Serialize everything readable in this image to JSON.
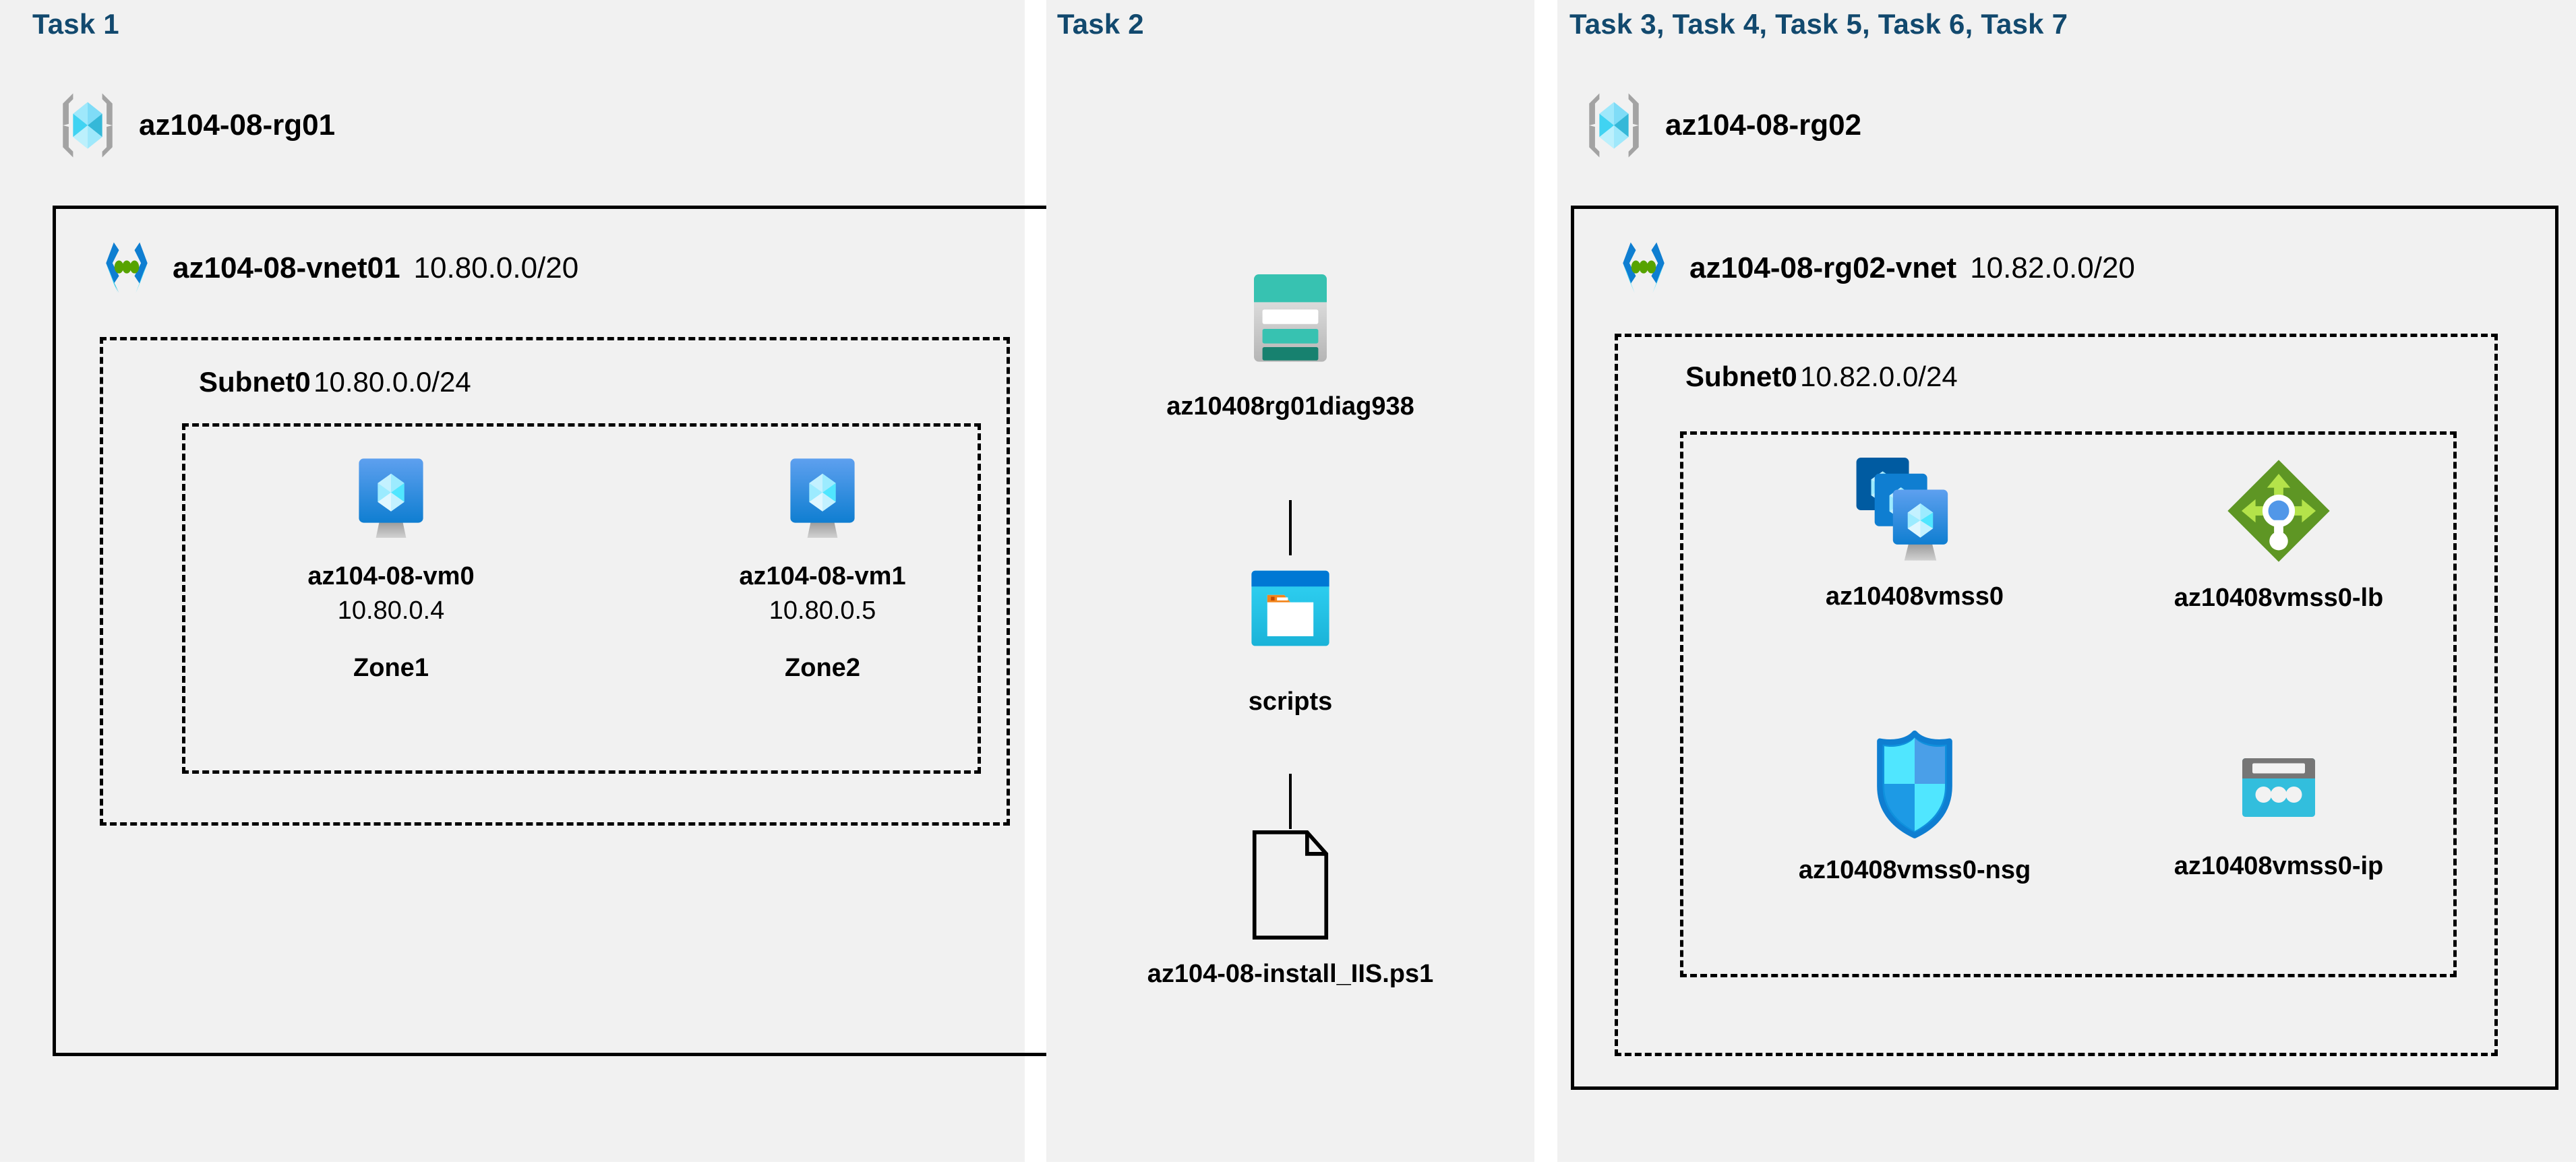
{
  "columns": [
    {
      "task_label": "Task 1",
      "resource_group": {
        "name": "az104-08-rg01",
        "icon": "resource-group-icon"
      },
      "vnet": {
        "name": "az104-08-vnet01",
        "cidr": "10.80.0.0/20",
        "icon": "virtual-network-icon"
      },
      "subnet": {
        "name": "Subnet0",
        "cidr": "10.80.0.0/24"
      },
      "nodes": [
        {
          "icon": "virtual-machine-icon",
          "label": "az104-08-vm0",
          "ip": "10.80.0.4",
          "zone": "Zone1"
        },
        {
          "icon": "virtual-machine-icon",
          "label": "az104-08-vm1",
          "ip": "10.80.0.5",
          "zone": "Zone2"
        }
      ]
    },
    {
      "task_label": "Task 2",
      "nodes": [
        {
          "icon": "storage-account-icon",
          "label": "az10408rg01diag938"
        },
        {
          "icon": "blob-container-icon",
          "label": "scripts"
        },
        {
          "icon": "script-file-icon",
          "label": "az104-08-install_IIS.ps1"
        }
      ]
    },
    {
      "task_label": "Task 3, Task 4, Task 5, Task 6, Task 7",
      "resource_group": {
        "name": "az104-08-rg02",
        "icon": "resource-group-icon"
      },
      "vnet": {
        "name": "az104-08-rg02-vnet",
        "cidr": "10.82.0.0/20",
        "icon": "virtual-network-icon"
      },
      "subnet": {
        "name": "Subnet0",
        "cidr": "10.82.0.0/24"
      },
      "nodes": [
        {
          "icon": "vm-scale-set-icon",
          "label": "az10408vmss0"
        },
        {
          "icon": "load-balancer-icon",
          "label": "az10408vmss0-lb"
        },
        {
          "icon": "network-security-group-icon",
          "label": "az10408vmss0-nsg"
        },
        {
          "icon": "public-ip-address-icon",
          "label": "az10408vmss0-ip"
        }
      ]
    }
  ],
  "colors": {
    "task_text": "#12496e",
    "panel_background": "#f1f1f1",
    "border": "#000000",
    "azure_blue": "#0078d4",
    "azure_cyan": "#32bedd",
    "storage_teal": "#37c2b1",
    "lb_green": "#76bc2d",
    "nsg_blue": "#0078d4"
  }
}
